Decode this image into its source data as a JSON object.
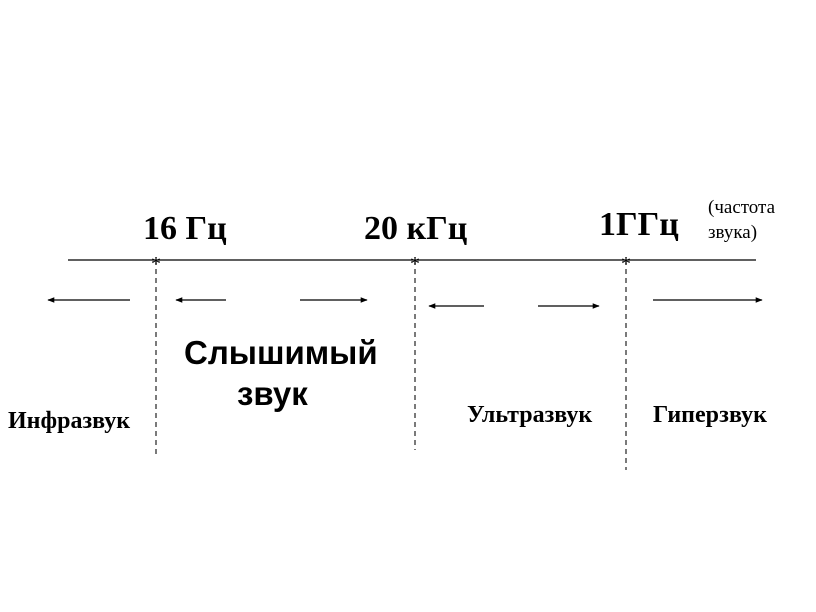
{
  "markers": {
    "m1": "16 Гц",
    "m2": "20 кГц",
    "m3": "1ГГц"
  },
  "note": {
    "line1": "(частота",
    "line2": "звука)"
  },
  "bands": {
    "infra": "Инфразвук",
    "audible_line1": "Слышимый",
    "audible_line2": "звук",
    "ultra": "Ультразвук",
    "hyper": "Гиперзвук"
  },
  "boundary_marker_glyph": "*"
}
